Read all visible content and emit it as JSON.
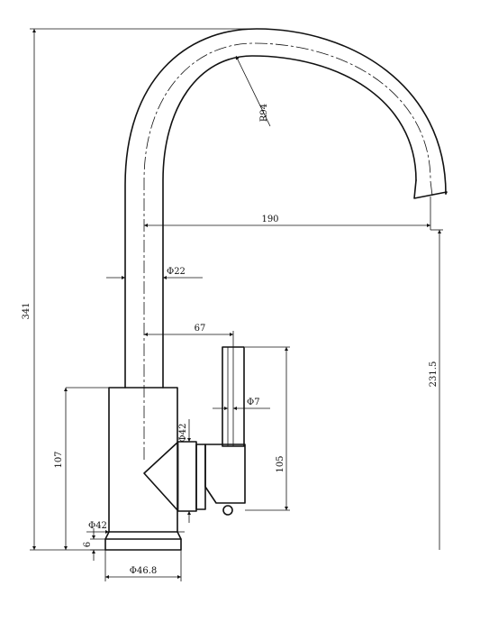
{
  "drawing": {
    "subject": "faucet side elevation",
    "dimensions": {
      "overall_height": "341",
      "spout_reach": "190",
      "spout_radius": "R94",
      "spout_diameter": "Φ22",
      "handle_offset": "67",
      "handle_diameter": "Φ7",
      "body_diameter": "Φ42",
      "body_height": "107",
      "handle_height": "105",
      "spout_height": "231.5",
      "base_diameter": "Φ42",
      "base_thickness": "6",
      "base_plate_diameter": "Φ46.8"
    }
  }
}
